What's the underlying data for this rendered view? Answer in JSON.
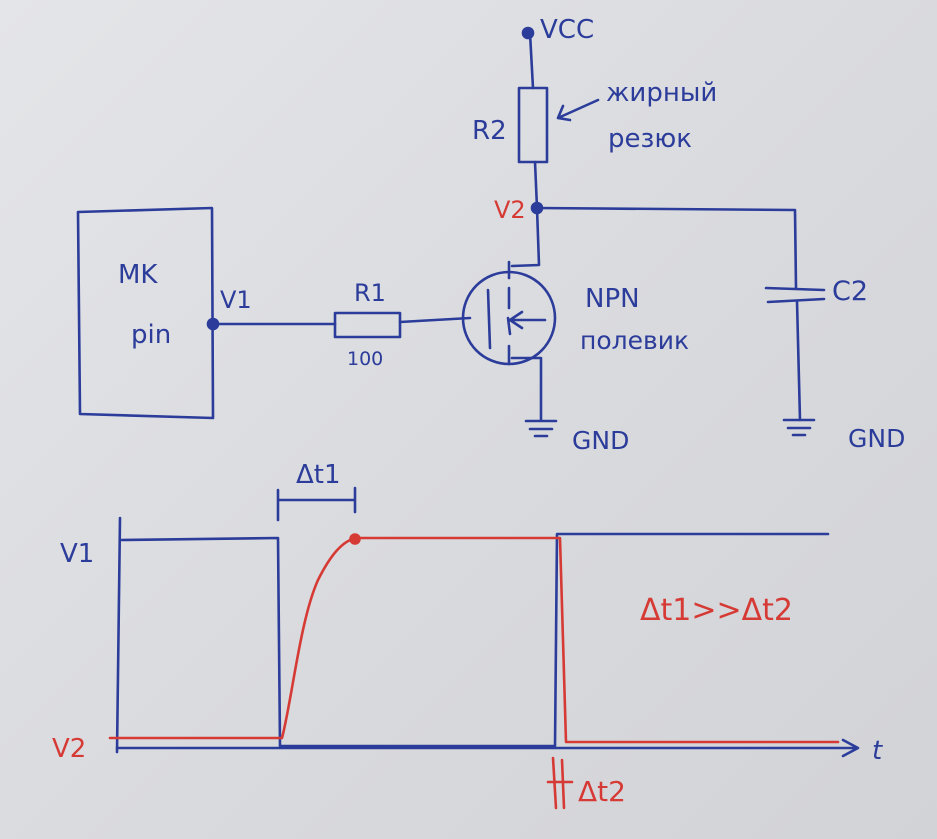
{
  "circuit": {
    "mk_label": "MK",
    "pin_label": "pin",
    "v1_label": "V1",
    "r1_label": "R1",
    "r1_value": "100",
    "vcc_label": "VCC",
    "r2_label": "R2",
    "r2_note_line1": "жирный",
    "r2_note_line2": "резюк",
    "v2_label": "V2",
    "transistor_label_line1": "NPN",
    "transistor_label_line2": "полевик",
    "c2_label": "C2",
    "gnd_label_1": "GND",
    "gnd_label_2": "GND"
  },
  "timing": {
    "v1_axis_label": "V1",
    "v2_axis_label": "V2",
    "t_axis_label": "t",
    "dt1_label": "Δt1",
    "dt2_label": "Δt2",
    "relation_label": "Δt1>>Δt2"
  },
  "colors": {
    "ink_blue": "#2b3c9a",
    "ink_red": "#d63a35",
    "paper": "#dcdde0"
  }
}
